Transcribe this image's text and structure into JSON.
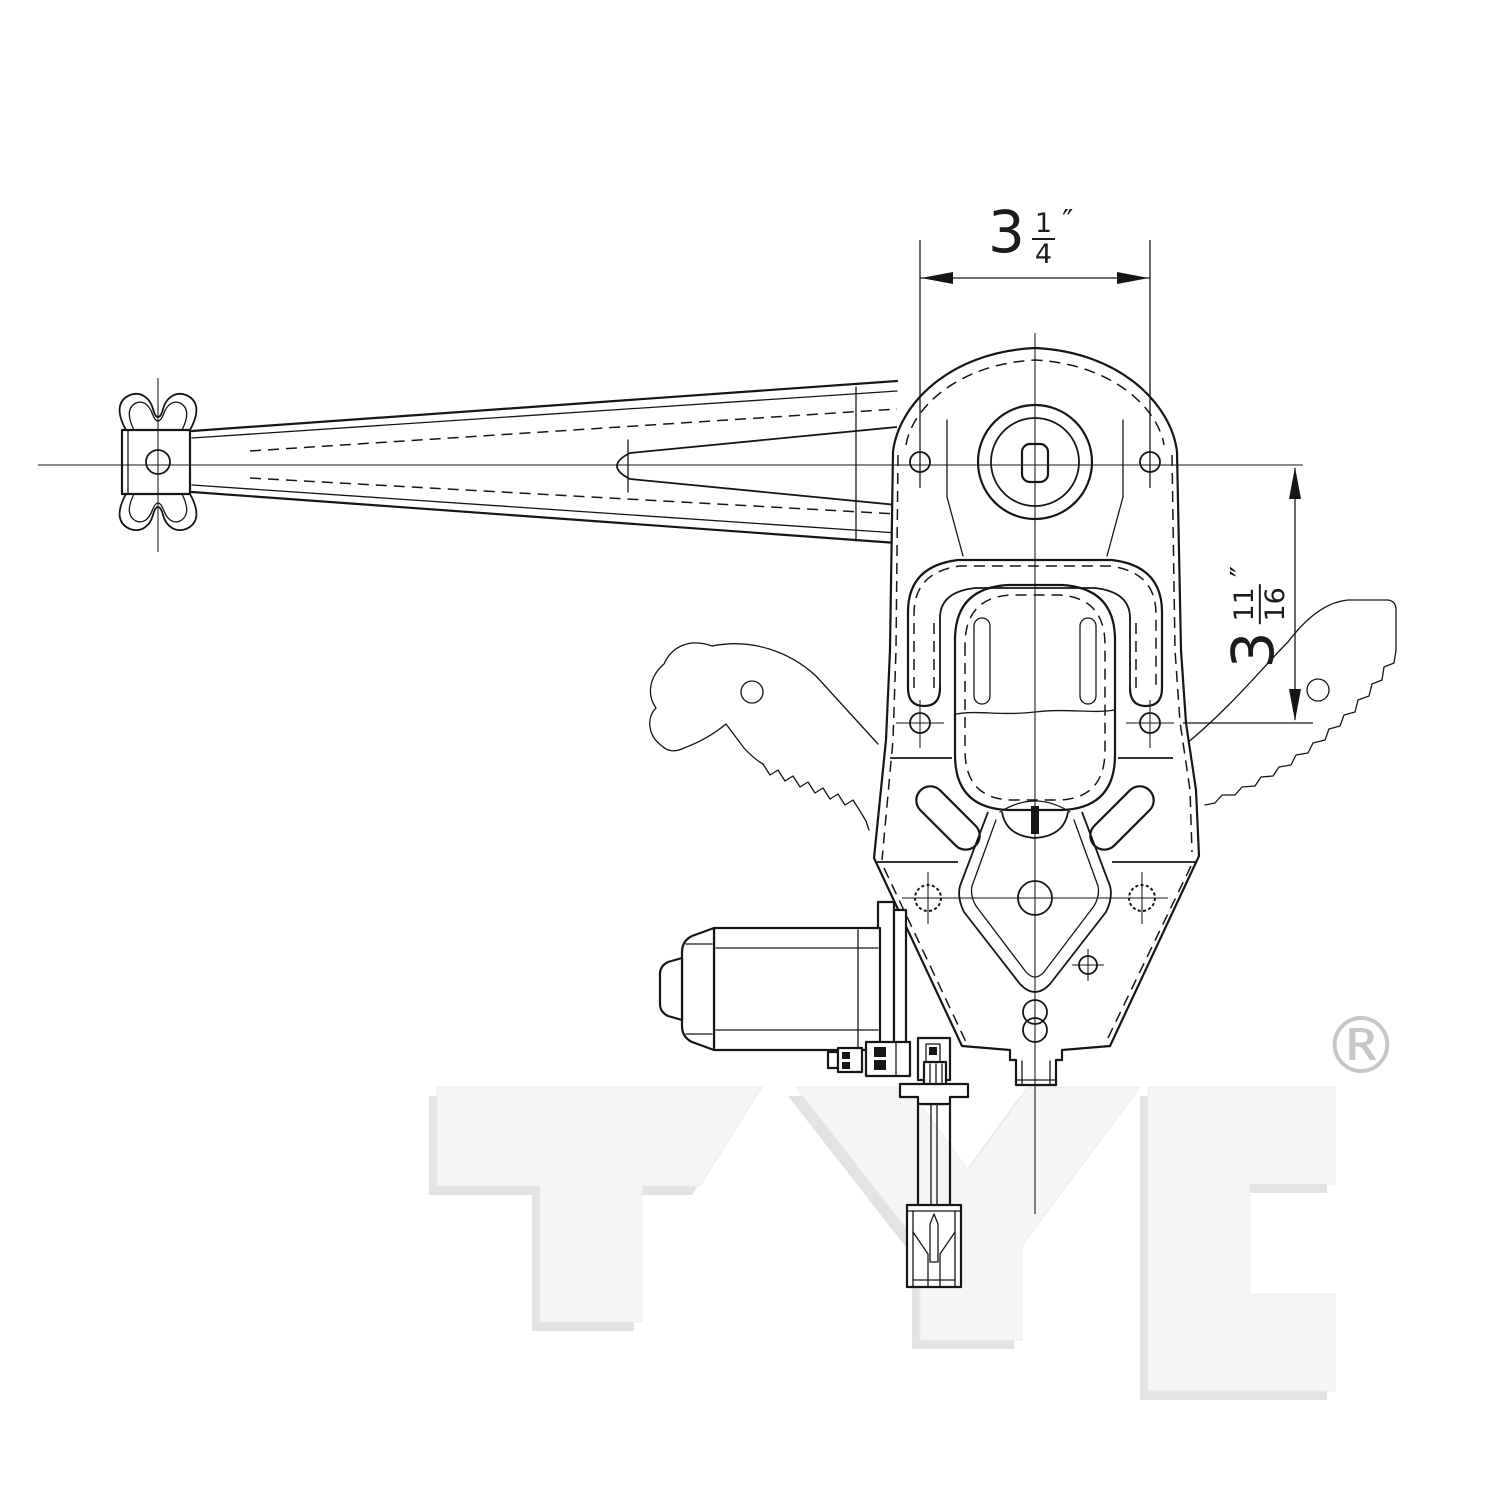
{
  "figure": {
    "background": "#ffffff",
    "line_color": "#161616"
  },
  "dimensions": {
    "horizontal": {
      "whole": "3",
      "numerator": "1",
      "denominator": "4",
      "unit": "″",
      "label": "3 1/4″"
    },
    "vertical": {
      "whole": "3",
      "numerator": "11",
      "denominator": "16",
      "unit": "″",
      "label": "3 11/16″"
    }
  },
  "watermark": {
    "text": "TYC",
    "registered_mark": "®",
    "color": "#f5f5f5",
    "shadow_color": "#e3e3e3",
    "mark_color": "#c7c7c7"
  }
}
